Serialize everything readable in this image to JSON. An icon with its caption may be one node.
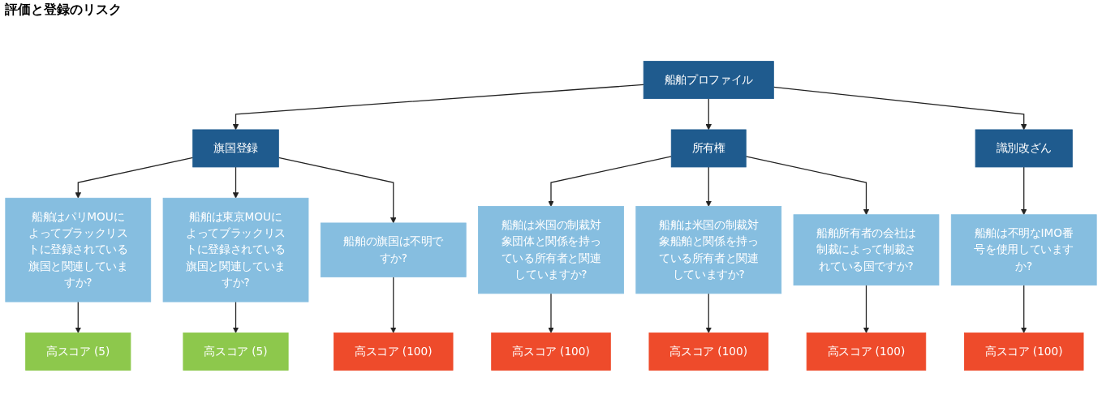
{
  "diagram": {
    "title": "評価と登録のリスク",
    "nodes": [
      {
        "text": [
          "船舶プロファイル"
        ]
      },
      {
        "text": [
          "旗国登録"
        ]
      },
      {
        "text": [
          "所有権"
        ]
      },
      {
        "text": [
          "識別改ざん"
        ]
      },
      {
        "text": [
          "船舶はパリMOUによってブラックリストに登録されている旗国と関連していますか?"
        ]
      },
      {
        "text": [
          "船舶は東京MOUによってブラックリストに登録されている旗国と関連していますか?"
        ]
      },
      {
        "text": [
          "船舶の旗国は不明ですか?"
        ]
      },
      {
        "text": [
          "船舶は米国の制裁対象団体と関係を持っている所有者と関連していますか?"
        ]
      },
      {
        "text": [
          "船舶は米国の制裁対象船舶と関係を持っている所有者と関連していますか?"
        ]
      },
      {
        "text": [
          "船舶所有者の会社は制裁によって制裁されている国ですか?"
        ]
      },
      {
        "text": [
          "船舶は不明なIMO番号を使用していますか?"
        ]
      },
      {
        "text": [
          "高スコア (5)"
        ]
      },
      {
        "text": [
          "高スコア (5)"
        ]
      },
      {
        "text": [
          "高スコア (100)"
        ]
      },
      {
        "text": [
          "高スコア (100)"
        ]
      },
      {
        "text": [
          "高スコア (100)"
        ]
      },
      {
        "text": [
          "高スコア (100)"
        ]
      },
      {
        "text": [
          "高スコア (100)"
        ]
      }
    ],
    "edges": [
      {
        "from": 0,
        "to": 1,
        "arrow": "to"
      },
      {
        "from": 0,
        "to": 2,
        "arrow": "to"
      },
      {
        "from": 0,
        "to": 3,
        "arrow": "to"
      },
      {
        "from": 1,
        "to": 4,
        "arrow": "to"
      },
      {
        "from": 1,
        "to": 5,
        "arrow": "to"
      },
      {
        "from": 1,
        "to": 6,
        "arrow": "to"
      },
      {
        "from": 2,
        "to": 7,
        "arrow": "to"
      },
      {
        "from": 2,
        "to": 8,
        "arrow": "to"
      },
      {
        "from": 2,
        "to": 9,
        "arrow": "to"
      },
      {
        "from": 3,
        "to": 10,
        "arrow": "to"
      },
      {
        "from": 4,
        "to": 11,
        "arrow": "to"
      },
      {
        "from": 5,
        "to": 12,
        "arrow": "to"
      },
      {
        "from": 6,
        "to": 13,
        "arrow": "to"
      },
      {
        "from": 7,
        "to": 14,
        "arrow": "to"
      },
      {
        "from": 8,
        "to": 15,
        "arrow": "to"
      },
      {
        "from": 9,
        "to": 16,
        "arrow": "to"
      },
      {
        "from": 10,
        "to": 17,
        "arrow": "to"
      }
    ]
  }
}
